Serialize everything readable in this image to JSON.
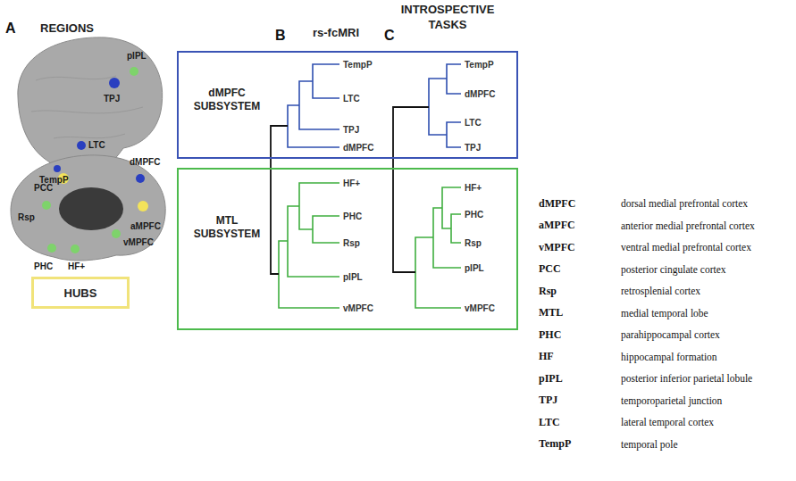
{
  "diagram": {
    "nodes": [
      {
        "text": [
          "dMPFC SUBSYSTEM"
        ]
      },
      {
        "text": [
          "MTL SUBSYSTEM"
        ]
      },
      {
        "text": [
          "HUBS"
        ]
      }
    ],
    "labels": [
      "A",
      "REGIONS",
      "pIPL",
      "TPJ",
      "LTC",
      "TempP",
      "dMPFC",
      "PCC",
      "Rsp",
      "aMPFC",
      "vMPFC",
      "PHC",
      "HF+",
      "B",
      "rs-fcMRI",
      "C",
      "INTROSPECTIVE TASKS",
      "TempP",
      "LTC",
      "TPJ",
      "dMPFC",
      "HF+",
      "PHC",
      "Rsp",
      "pIPL",
      "vMPFC",
      "TempP",
      "dMPFC",
      "LTC",
      "TPJ",
      "HF+",
      "PHC",
      "Rsp",
      "pIPL",
      "vMPFC",
      "dMPFC",
      "dorsal medial prefrontal cortex",
      "aMPFC",
      "anterior medial prefrontal cortex",
      "vMPFC",
      "ventral medial prefrontal cortex",
      "PCC",
      "posterior cingulate cortex",
      "Rsp",
      "retrosplenial cortex",
      "MTL",
      "medial temporal lobe",
      "PHC",
      "parahippocampal cortex",
      "HF",
      "hippocampal formation",
      "pIPL",
      "posterior inferior parietal lobule",
      "TPJ",
      "temporoparietal junction",
      "LTC",
      "lateral temporal cortex",
      "TempP",
      "temporal pole"
    ]
  }
}
